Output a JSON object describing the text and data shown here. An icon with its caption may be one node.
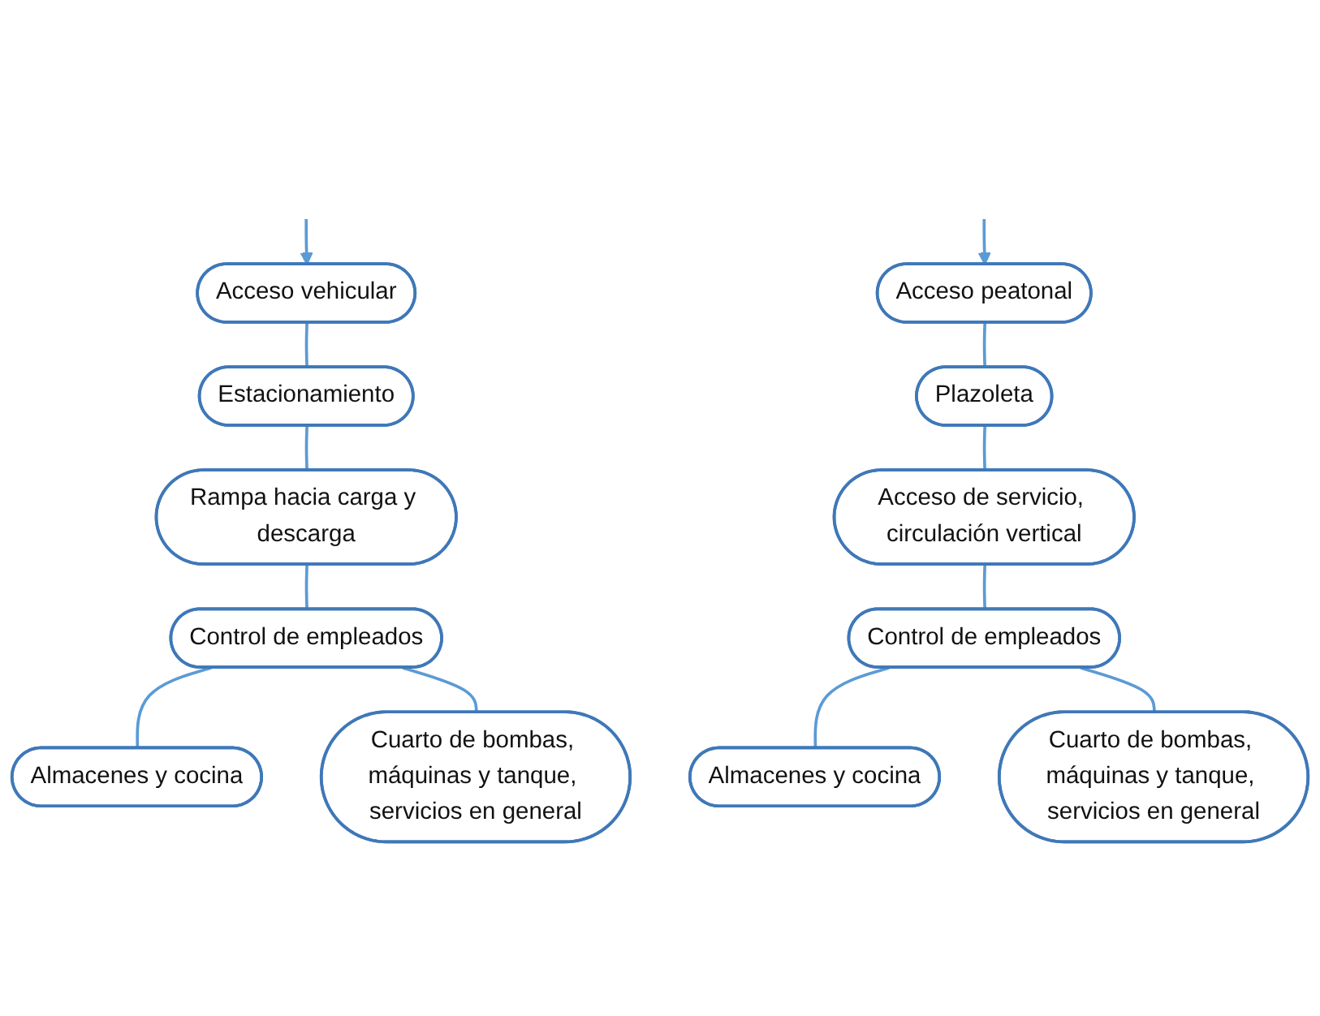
{
  "diagram": {
    "nodes": [
      {
        "text": [
          "Acceso vehicular"
        ]
      },
      {
        "text": [
          "Estacionamiento"
        ]
      },
      {
        "text": [
          "Rampa hacia carga y descarga"
        ]
      },
      {
        "text": [
          "Control de empleados"
        ]
      },
      {
        "text": [
          "Almacenes y cocina"
        ]
      },
      {
        "text": [
          "Cuarto de bombas, máquinas y tanque, servicios en general"
        ]
      },
      {
        "text": [
          "Acceso peatonal"
        ]
      },
      {
        "text": [
          "Plazoleta"
        ]
      },
      {
        "text": [
          "Acceso de servicio, circulación vertical"
        ]
      },
      {
        "text": [
          "Control de empleados"
        ]
      },
      {
        "text": [
          "Almacenes y cocina"
        ]
      },
      {
        "text": [
          "Cuarto de bombas, máquinas y tanque, servicios en general"
        ]
      }
    ],
    "edges": [
      {
        "from": null,
        "to": 0,
        "arrow": "to"
      },
      {
        "from": 0,
        "to": 1,
        "arrow": "none"
      },
      {
        "from": 1,
        "to": 2,
        "arrow": "none"
      },
      {
        "from": 2,
        "to": 3,
        "arrow": "none"
      },
      {
        "from": 3,
        "to": 4,
        "arrow": "none"
      },
      {
        "from": 3,
        "to": 5,
        "arrow": "none"
      },
      {
        "from": null,
        "to": 6,
        "arrow": "to"
      },
      {
        "from": 6,
        "to": 7,
        "arrow": "none"
      },
      {
        "from": 7,
        "to": 8,
        "arrow": "none"
      },
      {
        "from": 8,
        "to": 9,
        "arrow": "none"
      },
      {
        "from": 9,
        "to": 10,
        "arrow": "none"
      },
      {
        "from": 9,
        "to": 11,
        "arrow": "none"
      }
    ]
  }
}
